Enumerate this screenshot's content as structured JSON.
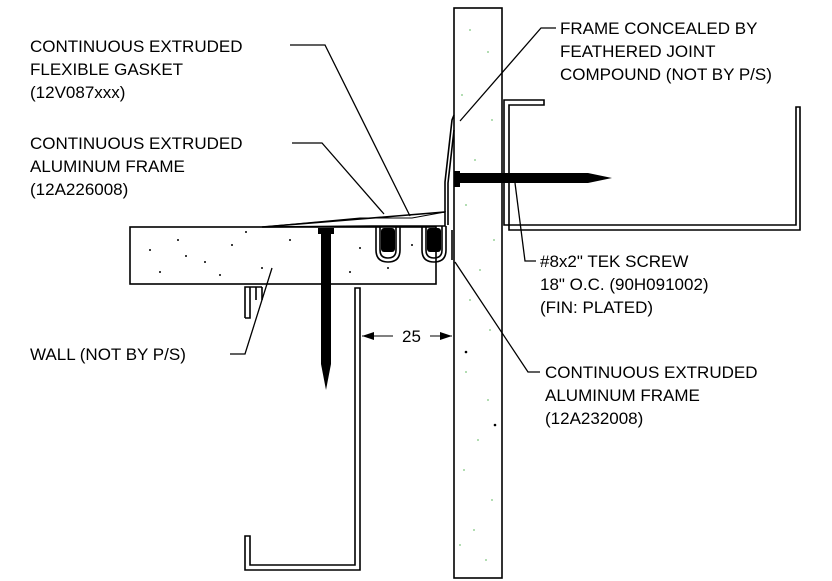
{
  "colors": {
    "line": "#000000",
    "stipple": "#9bd39b",
    "background": "#ffffff"
  },
  "labels": {
    "gasket": [
      "CONTINUOUS EXTRUDED",
      "FLEXIBLE GASKET",
      "(12V087xxx)"
    ],
    "frame_top": [
      "CONTINUOUS EXTRUDED",
      "ALUMINUM FRAME",
      "(12A226008)"
    ],
    "concealed": [
      "FRAME CONCEALED BY",
      "FEATHERED JOINT",
      "COMPOUND (NOT BY P/S)"
    ],
    "screw": [
      "#8x2\" TEK SCREW",
      "18\" O.C. (90H091002)",
      "(FIN: PLATED)"
    ],
    "wall": [
      "WALL (NOT BY P/S)"
    ],
    "frame_bottom": [
      "CONTINUOUS EXTRUDED",
      "ALUMINUM FRAME",
      "(12A232008)"
    ]
  },
  "dimension": {
    "value": "25"
  }
}
